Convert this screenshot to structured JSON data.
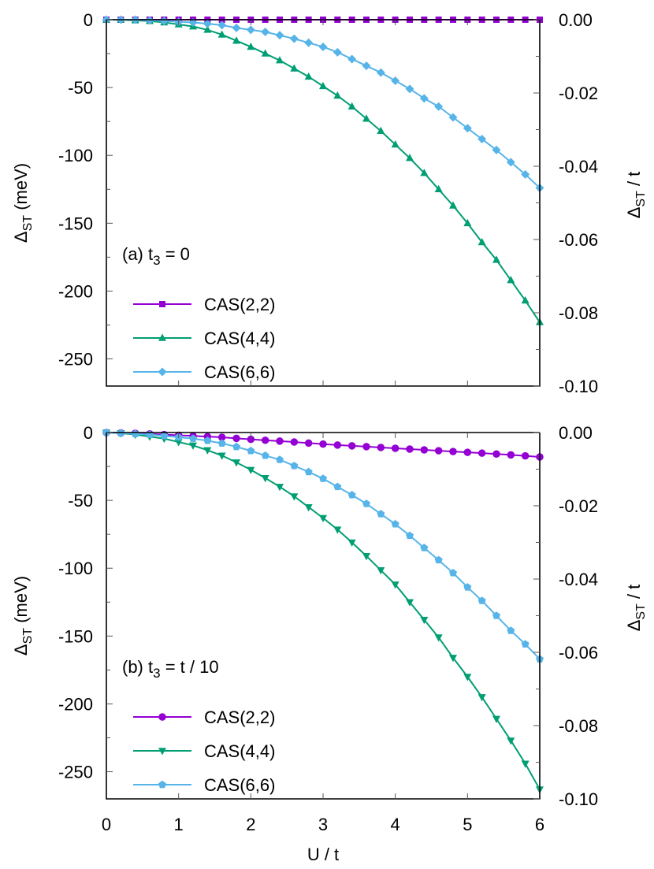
{
  "figure": {
    "xlabel": "U / t",
    "ylabel_left": {
      "main": "Δ",
      "sub": "ST",
      "tail": " (meV)"
    },
    "ylabel_right": {
      "main": "Δ",
      "sub": "ST",
      "tail": " / t"
    }
  },
  "colors": {
    "cas22": "#9400d3",
    "cas44": "#009e73",
    "cas66": "#56b4e9",
    "axis": "#000000"
  },
  "chart_data": [
    {
      "type": "line",
      "title": "(a)  t3 = 0",
      "panel_label": "(a)",
      "condition": {
        "main": "t",
        "sub": "3",
        "tail": " = 0"
      },
      "xlabel": "U / t",
      "ylabel": "ΔST (meV)",
      "ylabel_right": "ΔST / t",
      "xlim": [
        0,
        6
      ],
      "ylim": [
        -270,
        0
      ],
      "ylim_right": [
        -0.1,
        0.0
      ],
      "xticks": [
        "0",
        "1",
        "2",
        "3",
        "4",
        "5",
        "6"
      ],
      "yticks": [
        "0",
        "-50",
        "-100",
        "-150",
        "-200",
        "-250"
      ],
      "yticks_right": [
        "0.00",
        "-0.02",
        "-0.04",
        "-0.06",
        "-0.08",
        "-0.10"
      ],
      "grid": false,
      "legend_position": "lower-left",
      "x": [
        0,
        0.2,
        0.4,
        0.6,
        0.8,
        1.0,
        1.2,
        1.4,
        1.6,
        1.8,
        2.0,
        2.2,
        2.4,
        2.6,
        2.8,
        3.0,
        3.2,
        3.4,
        3.6,
        3.8,
        4.0,
        4.2,
        4.4,
        4.6,
        4.8,
        5.0,
        5.2,
        5.4,
        5.6,
        5.8,
        6.0
      ],
      "series": [
        {
          "name": "CAS(2,2)",
          "color_key": "cas22",
          "marker": "square",
          "values": [
            0,
            0,
            0,
            0,
            0,
            0,
            0,
            0,
            0,
            0,
            0,
            0,
            0,
            0,
            0,
            0,
            0,
            0,
            0,
            0,
            0,
            0,
            0,
            0,
            0,
            0,
            0,
            0,
            0,
            0,
            0
          ]
        },
        {
          "name": "CAS(4,4)",
          "color_key": "cas44",
          "marker": "triangle-up",
          "values": [
            0,
            0,
            -0.5,
            -1,
            -2,
            -3.5,
            -5,
            -7.5,
            -11,
            -15.5,
            -20,
            -25,
            -30,
            -36,
            -42,
            -49,
            -56,
            -64,
            -73,
            -82,
            -92,
            -102,
            -113,
            -125,
            -137,
            -150,
            -164,
            -177,
            -192,
            -207,
            -223
          ]
        },
        {
          "name": "CAS(6,6)",
          "color_key": "cas66",
          "marker": "diamond",
          "values": [
            0,
            0,
            0,
            -0.5,
            -1,
            -1.5,
            -2,
            -3,
            -4,
            -6,
            -7.5,
            -9,
            -11.5,
            -14,
            -17,
            -20,
            -24,
            -29,
            -34,
            -39,
            -45,
            -51,
            -58,
            -64,
            -72,
            -80,
            -88,
            -96,
            -105,
            -114,
            -124
          ]
        }
      ]
    },
    {
      "type": "line",
      "title": "(b)  t3 = t / 10",
      "panel_label": "(b)",
      "condition": {
        "main": "t",
        "sub": "3",
        "tail": " = t / 10"
      },
      "xlabel": "U / t",
      "ylabel": "ΔST (meV)",
      "ylabel_right": "ΔST / t",
      "xlim": [
        0,
        6
      ],
      "ylim": [
        -270,
        0
      ],
      "ylim_right": [
        -0.1,
        0.0
      ],
      "xticks": [
        "0",
        "1",
        "2",
        "3",
        "4",
        "5",
        "6"
      ],
      "yticks": [
        "0",
        "-50",
        "-100",
        "-150",
        "-200",
        "-250"
      ],
      "yticks_right": [
        "0.00",
        "-0.02",
        "-0.04",
        "-0.06",
        "-0.08",
        "-0.10"
      ],
      "grid": false,
      "legend_position": "lower-left",
      "x": [
        0,
        0.2,
        0.4,
        0.6,
        0.8,
        1.0,
        1.2,
        1.4,
        1.6,
        1.8,
        2.0,
        2.2,
        2.4,
        2.6,
        2.8,
        3.0,
        3.2,
        3.4,
        3.6,
        3.8,
        4.0,
        4.2,
        4.4,
        4.6,
        4.8,
        5.0,
        5.2,
        5.4,
        5.6,
        5.8,
        6.0
      ],
      "series": [
        {
          "name": "CAS(2,2)",
          "color_key": "cas22",
          "marker": "circle",
          "values": [
            0,
            -0.3,
            -0.6,
            -1,
            -1.5,
            -2,
            -2.5,
            -3,
            -3.5,
            -4.3,
            -5,
            -5.7,
            -6.3,
            -7,
            -7.8,
            -8.5,
            -9.2,
            -9.8,
            -10.4,
            -11,
            -11.6,
            -12.2,
            -12.8,
            -13.4,
            -14,
            -14.6,
            -15.2,
            -15.8,
            -16.5,
            -17.2,
            -18
          ]
        },
        {
          "name": "CAS(4,4)",
          "color_key": "cas44",
          "marker": "triangle-down",
          "values": [
            0,
            -0.5,
            -1.5,
            -3,
            -4.5,
            -7,
            -9.5,
            -13,
            -17,
            -22,
            -27.5,
            -33.5,
            -40,
            -47,
            -55,
            -63,
            -71.5,
            -81,
            -91,
            -101.5,
            -112,
            -125,
            -138,
            -151,
            -166,
            -180,
            -195,
            -211,
            -227,
            -244,
            -263
          ]
        },
        {
          "name": "CAS(6,6)",
          "color_key": "cas66",
          "marker": "pentagon",
          "values": [
            0,
            -0.5,
            -1,
            -1.5,
            -2.5,
            -3.5,
            -4.5,
            -6,
            -8,
            -10.5,
            -13.5,
            -17,
            -20,
            -24.5,
            -29,
            -34,
            -40,
            -46,
            -52.5,
            -60,
            -67.5,
            -76,
            -85,
            -94,
            -103.5,
            -114,
            -124,
            -135,
            -146,
            -156,
            -167
          ]
        }
      ]
    }
  ]
}
